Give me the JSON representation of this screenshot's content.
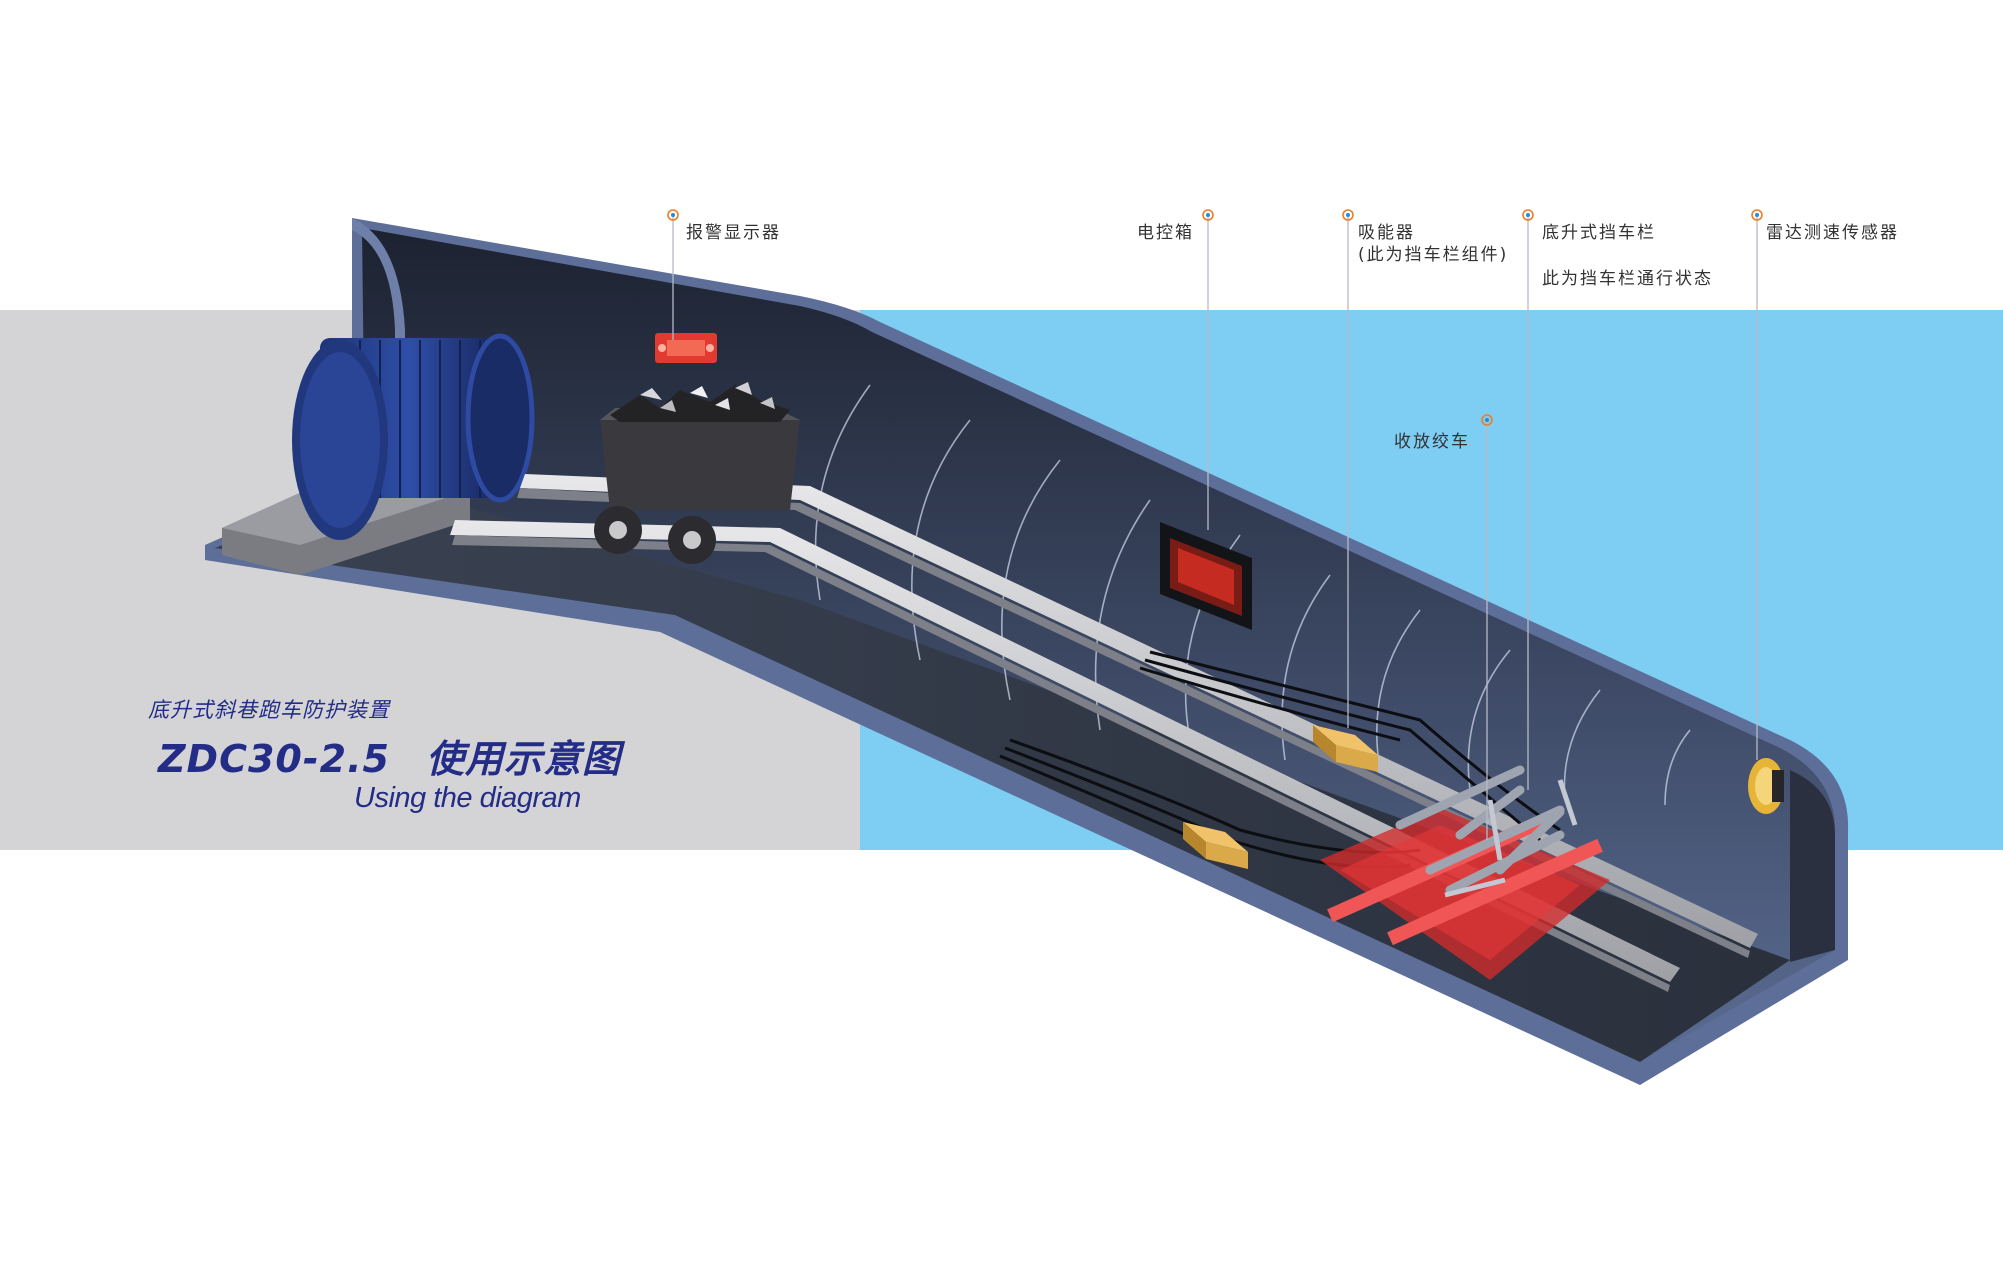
{
  "labels": {
    "alarm_display": "报警显示器",
    "control_box": "电控箱",
    "energy_absorber": "吸能器",
    "energy_absorber_note": "(此为挡车栏组件)",
    "barrier": "底升式挡车栏",
    "barrier_note": "此为挡车栏通行状态",
    "radar_sensor": "雷达测速传感器",
    "winch": "收放绞车"
  },
  "title": {
    "device_name": "底升式斜巷跑车防护装置",
    "model": "ZDC30-2.5",
    "diagram_cn": "使用示意图",
    "diagram_en": "Using the diagram"
  },
  "colors": {
    "left_band": "#d4d4d6",
    "right_band": "#7ecdf3",
    "title": "#232c86",
    "callout_marker": "#ee7d22",
    "highlight_red": "#e8282e",
    "absorber_gold": "#d9a94a"
  }
}
